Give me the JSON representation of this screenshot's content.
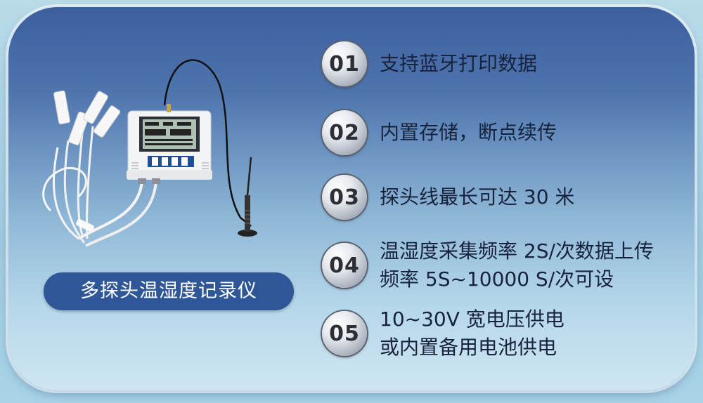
{
  "caption": "多探头温湿度记录仪",
  "features": [
    {
      "num": "01",
      "lines": [
        "支持蓝牙打印数据"
      ]
    },
    {
      "num": "02",
      "lines": [
        "内置存储，断点续传"
      ]
    },
    {
      "num": "03",
      "lines": [
        "探头线最长可达 30 米"
      ]
    },
    {
      "num": "04",
      "lines": [
        "温湿度采集频率 2S/次数据上传",
        "频率 5S~10000 S/次可设"
      ]
    },
    {
      "num": "05",
      "lines": [
        "10~30V 宽电压供电",
        "或内置备用电池供电"
      ]
    }
  ]
}
